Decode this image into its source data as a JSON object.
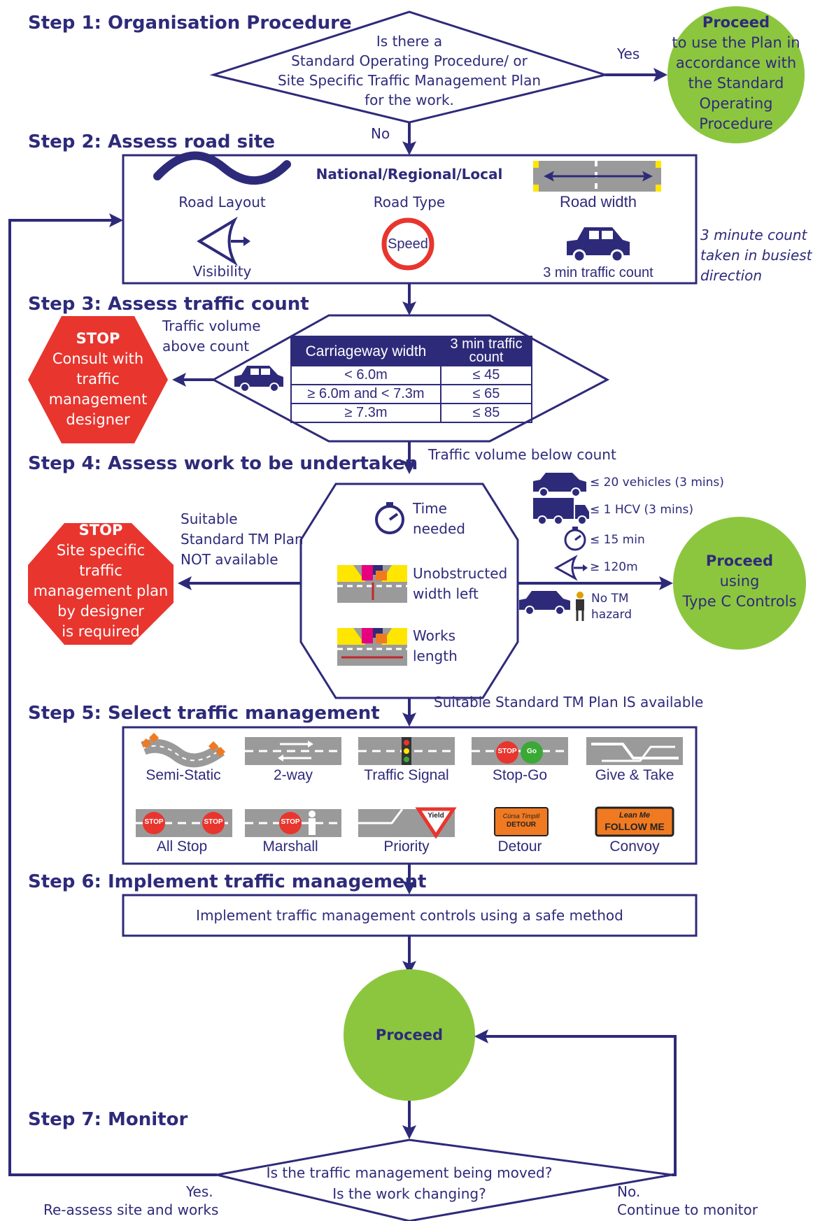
{
  "steps": {
    "s1": "Step 1: Organisation Procedure",
    "s2": "Step 2: Assess road site",
    "s3": "Step 3: Assess traffic count",
    "s4": "Step 4: Assess work to be undertaken",
    "s5": "Step 5: Select traffic management",
    "s6": "Step 6: Implement traffic management",
    "s7": "Step 7: Monitor"
  },
  "step1": {
    "question": [
      "Is there a",
      "Standard Operating Procedure/ or",
      "Site Specific Traffic Management Plan",
      "for the work."
    ],
    "yes": "Yes",
    "no": "No",
    "proceed_title": "Proceed",
    "proceed_lines": [
      "to use the Plan in",
      "accordance with",
      "the Standard",
      "Operating",
      "Procedure"
    ]
  },
  "step2": {
    "road_layout": "Road Layout",
    "road_type_heading": "National/Regional/Local",
    "road_type": "Road Type",
    "road_width": "Road width",
    "visibility": "Visibility",
    "speed": "Speed",
    "traffic_count": "3 min traffic count",
    "note": [
      "3 minute count",
      "taken in busiest",
      "direction"
    ]
  },
  "step3": {
    "above_label": [
      "Traffic volume",
      "above count"
    ],
    "stop_title": "STOP",
    "stop_lines": [
      "Consult with",
      "traffic management",
      "designer"
    ],
    "table_header": [
      "Carriageway width",
      "3 min traffic count"
    ],
    "table_rows": [
      [
        "< 6.0m",
        "≤ 45"
      ],
      [
        "≥ 6.0m and < 7.3m",
        "≤ 65"
      ],
      [
        "≥ 7.3m",
        "≤ 85"
      ]
    ],
    "below_label": "Traffic volume below count"
  },
  "step4": {
    "not_available": [
      "Suitable",
      "Standard TM Plan",
      "NOT available"
    ],
    "stop_title": "STOP",
    "stop_lines": [
      "Site specific",
      "traffic",
      "management plan",
      "by designer",
      "is required"
    ],
    "time_needed": [
      "Time",
      "needed"
    ],
    "unobstructed": [
      "Unobstructed",
      "width left"
    ],
    "works_length": [
      "Works",
      "length"
    ],
    "criteria": [
      "≤ 20 vehicles (3 mins)",
      "≤ 1 HCV (3 mins)",
      "≤ 15 min",
      "≥ 120m",
      "No TM",
      "hazard"
    ],
    "proceed_title": "Proceed",
    "proceed_lines": [
      "using",
      "Type C Controls"
    ],
    "available_label": "Suitable Standard TM Plan IS available"
  },
  "step5": {
    "options": [
      "Semi-Static",
      "2-way",
      "Traffic Signal",
      "Stop-Go",
      "Give & Take",
      "All Stop",
      "Marshall",
      "Priority",
      "Detour",
      "Convoy"
    ],
    "sign_text": {
      "stop": "STOP",
      "go": "Go",
      "yield": "Yield",
      "detour_top": "Cúrsa Timpill",
      "detour_bottom": "DETOUR",
      "convoy_top": "Lean Me",
      "convoy_bottom": "FOLLOW ME"
    }
  },
  "step6": {
    "text": "Implement traffic management controls using a safe method"
  },
  "step7": {
    "proceed": "Proceed",
    "question": [
      "Is the traffic management being moved?",
      "Is the work changing?"
    ],
    "yes": [
      "Yes.",
      "Re-assess site and works"
    ],
    "no": [
      "No.",
      "Continue to monitor"
    ]
  },
  "colors": {
    "navy": "#2e2a7a",
    "green": "#8cc63f",
    "red": "#e8352e",
    "gray": "#9a9a9a",
    "orange": "#f07a22"
  }
}
